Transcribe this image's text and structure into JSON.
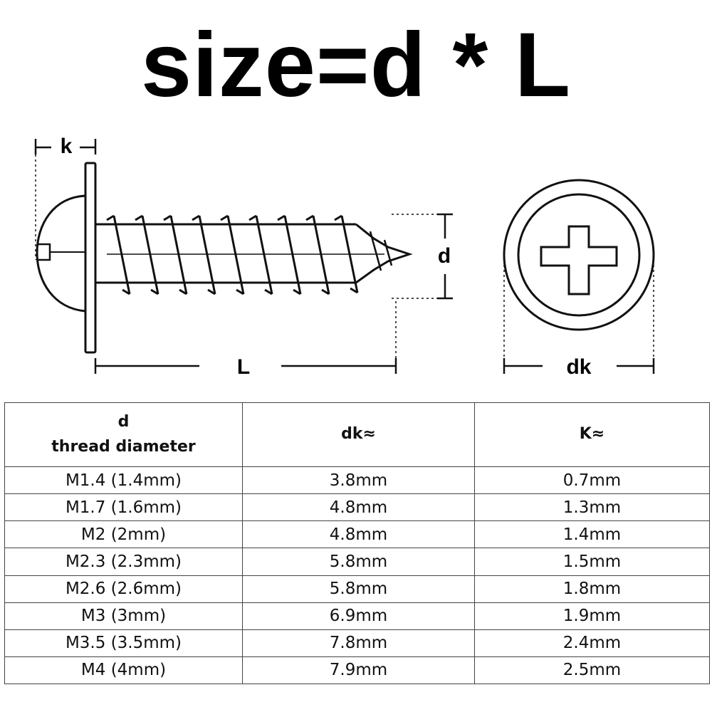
{
  "title": "size=d * L",
  "diagram": {
    "labels": {
      "k": "k",
      "d": "d",
      "L": "L",
      "dk": "dk"
    }
  },
  "table": {
    "headers": {
      "col1_line1": "d",
      "col1_line2": "thread diameter",
      "col2": "dk≈",
      "col3": "K≈"
    },
    "rows": [
      [
        "M1.4 (1.4mm)",
        "3.8mm",
        "0.7mm"
      ],
      [
        "M1.7 (1.6mm)",
        "4.8mm",
        "1.3mm"
      ],
      [
        "M2 (2mm)",
        "4.8mm",
        "1.4mm"
      ],
      [
        "M2.3 (2.3mm)",
        "5.8mm",
        "1.5mm"
      ],
      [
        "M2.6 (2.6mm)",
        "5.8mm",
        "1.8mm"
      ],
      [
        "M3 (3mm)",
        "6.9mm",
        "1.9mm"
      ],
      [
        "M3.5 (3.5mm)",
        "7.8mm",
        "2.4mm"
      ],
      [
        "M4 (4mm)",
        "7.9mm",
        "2.5mm"
      ]
    ]
  }
}
